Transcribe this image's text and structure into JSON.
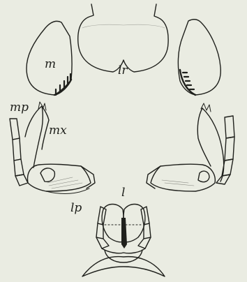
{
  "figure": {
    "background": "#eaece2",
    "ink": "#1f201c",
    "labels": {
      "m": "m",
      "lr": "lr",
      "mp": "mp",
      "mx": "mx",
      "l": "l",
      "lp": "lp"
    }
  }
}
